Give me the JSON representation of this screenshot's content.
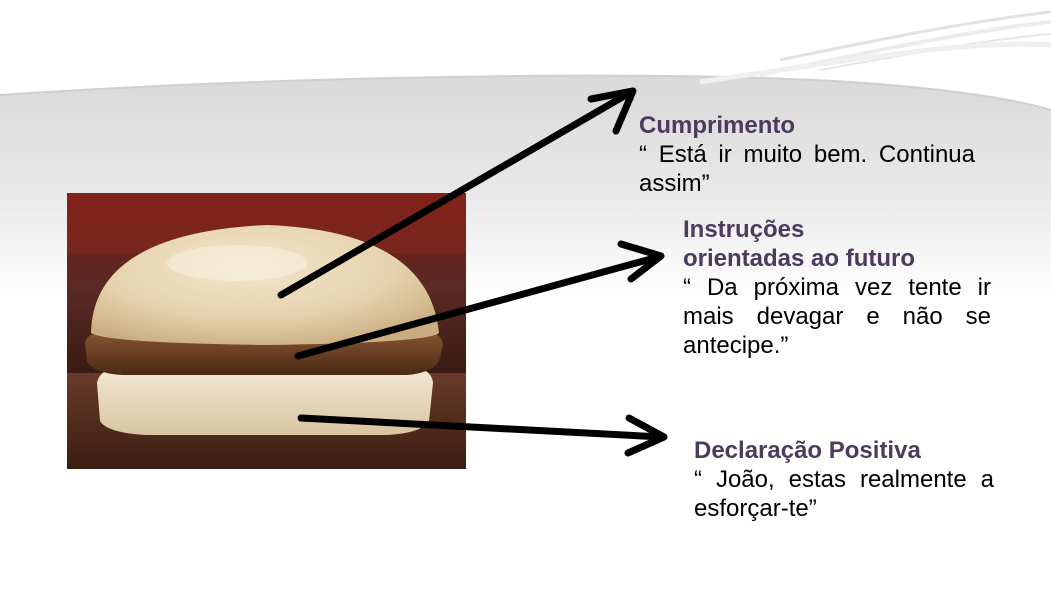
{
  "image": {
    "alt": "burger-photo"
  },
  "callouts": {
    "compliment": {
      "title": "Cumprimento",
      "body": "“ Está ir muito bem. Continua assim”"
    },
    "instructions": {
      "title_line1": "Instruções",
      "title_line2": "orientadas ao futuro",
      "body": "“ Da próxima vez tente ir mais devagar e não se antecipe.”"
    },
    "positive": {
      "title": "Declaração Positiva",
      "body": "“ João, estas realmente a esforçar-te”"
    }
  },
  "colors": {
    "title": "#4d3b5e",
    "arrow": "#000000"
  }
}
